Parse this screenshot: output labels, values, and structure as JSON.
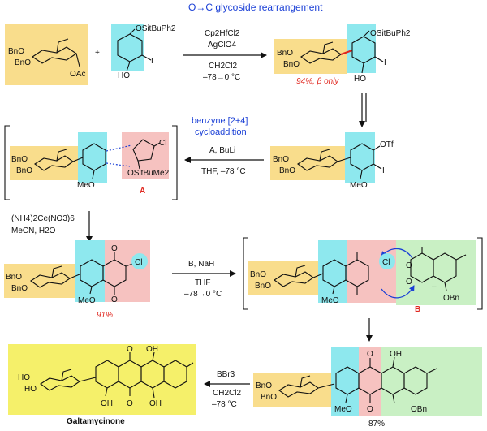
{
  "title": "O→C glycoside rearrangement",
  "step1": {
    "sm_labels": {
      "bno1": "BnO",
      "bno2": "BnO",
      "oac": "OAc"
    },
    "aryl_labels": {
      "otbdps": "OSitBuPh2",
      "i": "I",
      "ho": "HO"
    },
    "plus": "+",
    "reagents": [
      "Cp2HfCl2",
      "AgClO4",
      "CH2Cl2",
      "–78→0 °C"
    ],
    "yield": "94%, β only"
  },
  "product1": {
    "labels": {
      "bno1": "BnO",
      "bno2": "BnO",
      "otbdps": "OSitBuPh2",
      "i": "I",
      "ho": "HO"
    }
  },
  "triflate": {
    "labels": {
      "bno1": "BnO",
      "bno2": "BnO",
      "otf": "OTf",
      "i": "I",
      "meo": "MeO"
    }
  },
  "step2": {
    "heading": [
      "benzyne [2+4]",
      "cycloaddition"
    ],
    "reagents": [
      "A, BuLi",
      "THF, –78 °C"
    ],
    "intermediate_labels": {
      "bno1": "BnO",
      "bno2": "BnO",
      "meo": "MeO",
      "cl": "Cl",
      "osi": "OSitBuMe2",
      "a": "A"
    }
  },
  "step3": {
    "reagents": [
      "(NH4)2Ce(NO3)6",
      "MeCN, H2O"
    ],
    "yield": "91%"
  },
  "quinone": {
    "labels": {
      "bno1": "BnO",
      "bno2": "BnO",
      "meo": "MeO",
      "o1": "O",
      "o2": "O",
      "cl": "Cl"
    }
  },
  "step4": {
    "reagents": [
      "B, NaH",
      "THF",
      "–78→0 °C"
    ]
  },
  "adduct": {
    "labels": {
      "bno1": "BnO",
      "bno2": "BnO",
      "meo": "MeO",
      "cl": "Cl",
      "o1": "O",
      "o2": "O",
      "obn": "OBn",
      "b": "B",
      "minus": "–"
    }
  },
  "anthraquinone": {
    "labels": {
      "bno1": "BnO",
      "bno2": "BnO",
      "meo": "MeO",
      "o1": "O",
      "o2": "O",
      "oh": "OH",
      "obn": "OBn"
    },
    "yield": "87%"
  },
  "step5": {
    "reagents": [
      "BBr3",
      "CH2Cl2",
      "–78 °C"
    ]
  },
  "product": {
    "name": "Galtamycinone",
    "labels": {
      "ho1": "HO",
      "ho2": "HO",
      "o1": "O",
      "o2": "O",
      "oh1": "OH",
      "oh2": "OH",
      "oh3": "OH"
    }
  },
  "colors": {
    "sugar_box": "#f9dd8c",
    "aryl_box": "#8ee8ee",
    "red_box": "#f6c2c0",
    "green_box": "#c9f0c4",
    "yellow_box": "#f5f06a",
    "blue_text": "#1a3fd6",
    "red_text": "#e0271f"
  }
}
